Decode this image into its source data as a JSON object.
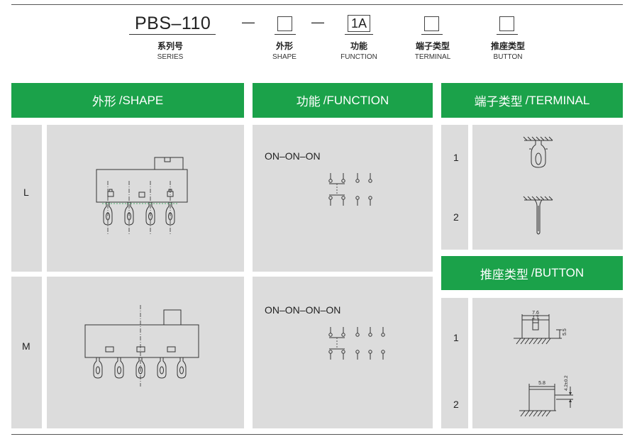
{
  "header": {
    "code": "PBS–110",
    "dash": "—",
    "function_value": "1A",
    "fields": [
      {
        "cn": "系列号",
        "en": "SERIES"
      },
      {
        "cn": "外形",
        "en": "SHAPE"
      },
      {
        "cn": "功能",
        "en": "FUNCTION"
      },
      {
        "cn": "端子类型",
        "en": "TERMINAL"
      },
      {
        "cn": "推座类型",
        "en": "BUTTON"
      }
    ]
  },
  "sections": {
    "shape": {
      "cn": "外形",
      "en": "/SHAPE"
    },
    "function": {
      "cn": "功能",
      "en": "/FUNCTION"
    },
    "terminal": {
      "cn": "端子类型",
      "en": "/TERMINAL"
    },
    "button": {
      "cn": "推座类型",
      "en": "/BUTTON"
    }
  },
  "shape_rows": [
    {
      "label": "L",
      "function": "ON–ON–ON"
    },
    {
      "label": "M",
      "function": "ON–ON–ON–ON"
    }
  ],
  "terminal_rows": [
    "1",
    "2"
  ],
  "button_rows": [
    "1",
    "2"
  ],
  "dimensions": {
    "width": "7.6",
    "inner": "1.7",
    "height": "5.5",
    "width2": "5.8",
    "height2": "4.2±0.2"
  },
  "colors": {
    "accent": "#1ba24a",
    "panel": "#dcdcdc"
  }
}
